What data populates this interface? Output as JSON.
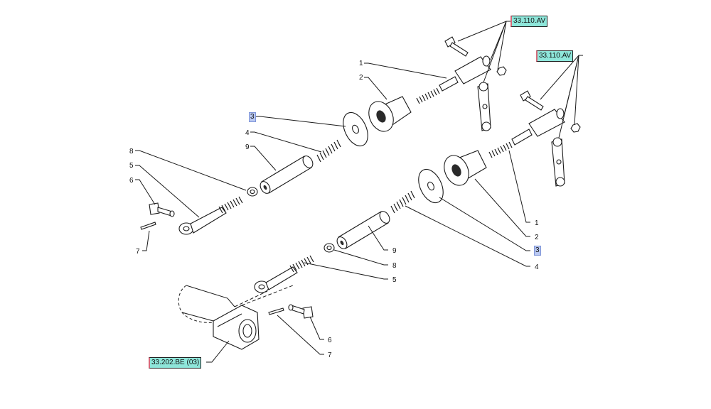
{
  "references": {
    "ref_top": "33.110.AV",
    "ref_right": "33.110.AV",
    "ref_bottom": "33.202.BE (03)"
  },
  "callouts": {
    "upper": [
      "1",
      "2",
      "3",
      "4",
      "9",
      "8",
      "5",
      "6",
      "7"
    ],
    "lower": [
      "1",
      "2",
      "3",
      "4",
      "9",
      "8",
      "5",
      "6",
      "7"
    ]
  },
  "colors": {
    "reference_fill": "#8ee6da",
    "highlight_fill": "#b9c8f2",
    "line": "#1a1a1a"
  }
}
